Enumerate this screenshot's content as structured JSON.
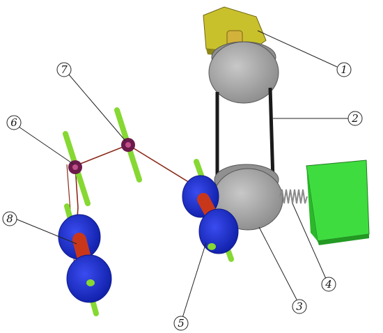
{
  "callouts": {
    "c1": "1",
    "c2": "2",
    "c3": "3",
    "c4": "4",
    "c5": "5",
    "c6": "6",
    "c7": "7",
    "c8": "8"
  },
  "colors": {
    "motor": "#c8bf2a",
    "motor_dark": "#8e8618",
    "pulley": "#a9a9a9",
    "pulley_dark": "#7b7b7b",
    "belt": "#1a1a1a",
    "box": "#3fdc3f",
    "box_dark": "#239a23",
    "spool": "#1c2fd8",
    "spool_dark": "#0d1a8a",
    "shaft": "#8ee83a",
    "core": "#c9371b",
    "guide": "#6b1a4a",
    "thread": "#8b2a1a"
  }
}
